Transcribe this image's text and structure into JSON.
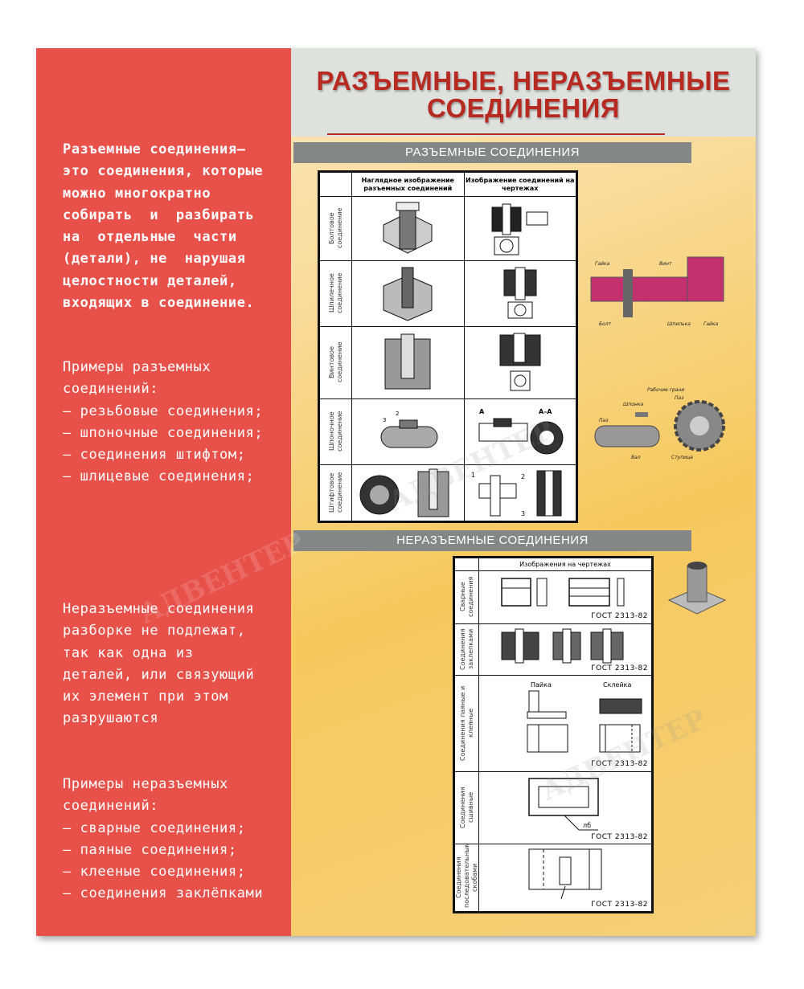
{
  "title": "РАЗЪЕМНЫЕ, НЕРАЗЪЕМНЫЕ СОЕДИНЕНИЯ",
  "title_lines": [
    "РАЗЪЕМНЫЕ, НЕРАЗЪЕМНЫЕ",
    "СОЕДИНЕНИЯ"
  ],
  "watermark": "АДВЕНТЕР",
  "colors": {
    "panel": "#e8504a",
    "title": "#b72a22",
    "bar": "#858786",
    "header": "#dfe1df"
  },
  "left": {
    "definition_detachable": "Разъемные соединения–\nэто соединения, которые\nможно многократно\nсобирать  и  разбирать\nна  отдельные  части\n(детали), не  нарушая\nцелостности деталей,\nвходящих в соединение.",
    "examples_detachable": "Примеры разъемных\nсоединений:\n– резьбовые соединения;\n– шпоночные соединения;\n– соединения штифтом;\n– шлицевые соединения;",
    "definition_permanent": "Неразъемные соединения\nразборке не подлежат,\nтак как одна из\nдеталей, или связующий\nих элемент при этом\nразрушаются",
    "examples_permanent": "Примеры неразъемных\nсоединений:\n– сварные соединения;\n– паяные соединения;\n– клееные соединения;\n– соединения заклёпками"
  },
  "detachable": {
    "section_title": "РАЗЪЕМНЫЕ СОЕДИНЕНИЯ",
    "col_headers": [
      "Наглядное изображение разъемных соединений",
      "Изображение соединений на чертежах"
    ],
    "rows": [
      "Болтовое соединение",
      "Шпилечное соединение",
      "Винтовое соединение",
      "Шпоночное соединение",
      "Штифтовое соединение"
    ],
    "key_labels": {
      "section": "А–А",
      "mark": "А",
      "n1": "1",
      "n2": "2",
      "n3": "3"
    },
    "vise_labels": [
      "Гайка",
      "Винт",
      "Болт",
      "Шпилька",
      "Гайка"
    ],
    "shaft_labels": [
      "Рабочие грани",
      "Шпонка",
      "Паз",
      "Паз",
      "Вал",
      "Ступица"
    ]
  },
  "permanent": {
    "section_title": "НЕРАЗЪЕМНЫЕ СОЕДИНЕНИЯ",
    "col_header": "Изображения на чертежах",
    "rows": [
      {
        "label": "Сварные соединения",
        "gost": "ГОСТ 2313-82"
      },
      {
        "label": "Соединения заклепками",
        "gost": "ГОСТ 2313-82"
      },
      {
        "label": "Соединения паяные и клеяные",
        "gost": "ГОСТ 2313-82",
        "tags": [
          "Пайка",
          "Склейка"
        ]
      },
      {
        "label": "Соединения сшивные",
        "gost": "ГОСТ 2313-82",
        "tags": [
          "лб"
        ]
      },
      {
        "label": "Соединения последовательными скобами",
        "gost": "ГОСТ 2313-82"
      }
    ]
  }
}
